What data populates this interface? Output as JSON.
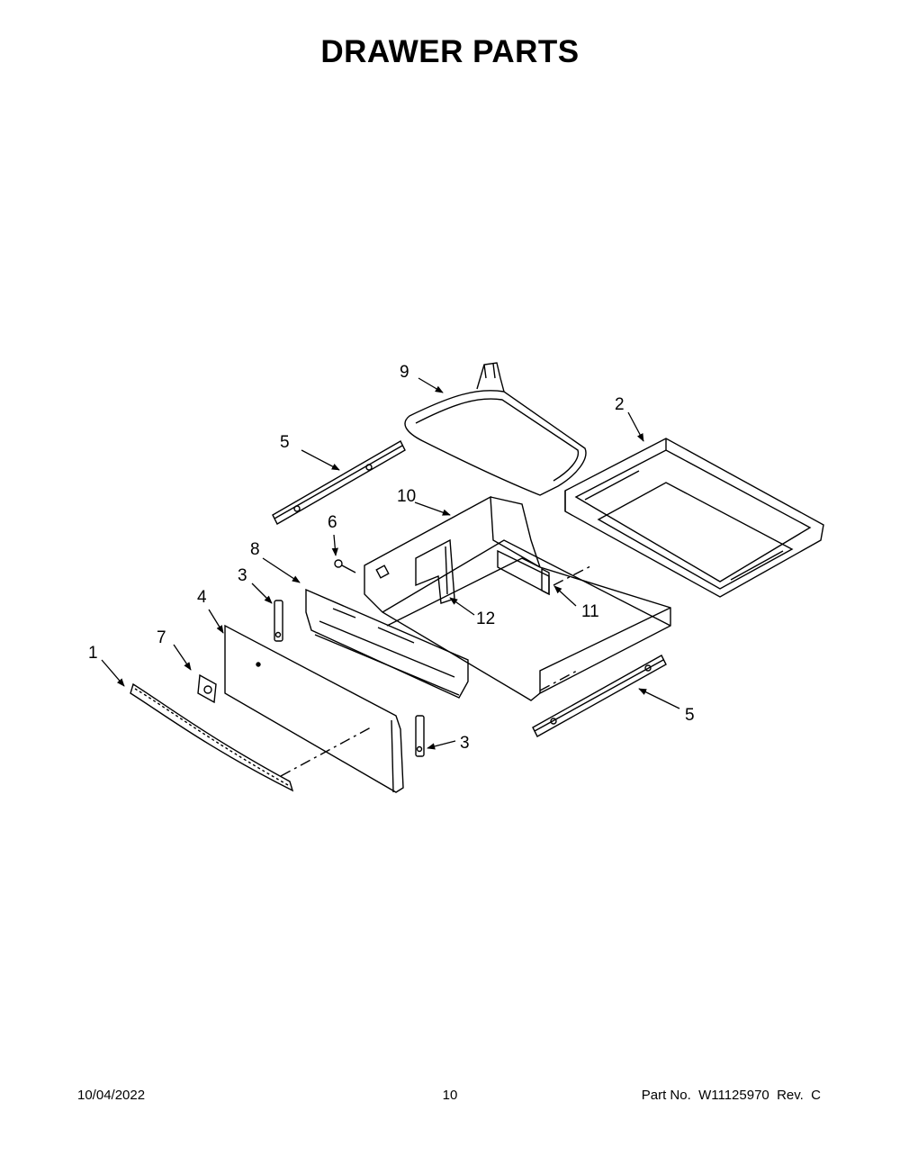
{
  "title": "DRAWER PARTS",
  "labels": [
    "9",
    "2",
    "5",
    "10",
    "6",
    "8",
    "3",
    "4",
    "7",
    "1",
    "12",
    "11",
    "5",
    "3"
  ],
  "footer": {
    "date": "10/04/2022",
    "page": "10",
    "part": "Part No.  W11125970  Rev.  C"
  }
}
